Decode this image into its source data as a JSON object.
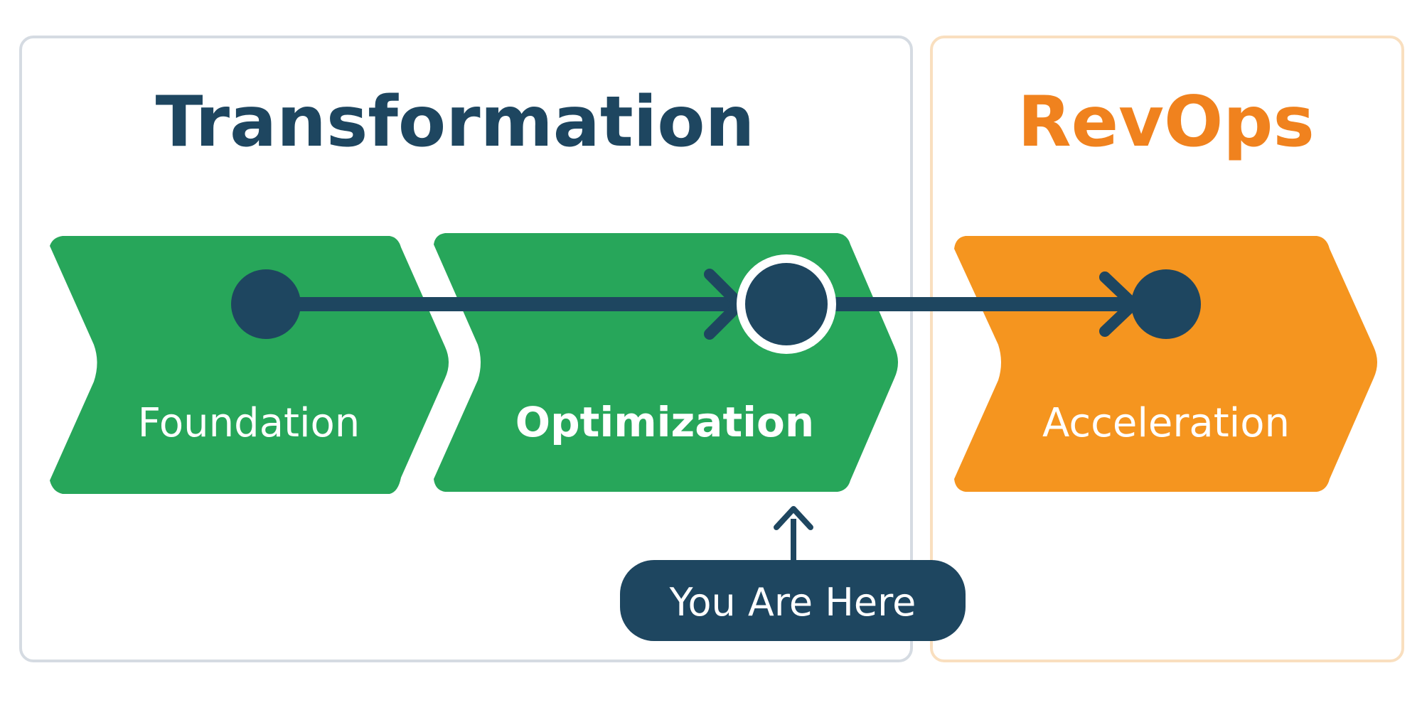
{
  "groups": [
    {
      "title": "Transformation",
      "color": "#1e4660",
      "border": "#d5dbe2"
    },
    {
      "title": "RevOps",
      "color": "#f0821e",
      "border": "#f9dfbf"
    }
  ],
  "stages": [
    {
      "label": "Foundation",
      "fill": "#27a65a"
    },
    {
      "label": "Optimization",
      "fill": "#27a65a"
    },
    {
      "label": "Acceleration",
      "fill": "#f5951f"
    }
  ],
  "marker": {
    "label": "You Are Here",
    "fill": "#1e4660"
  },
  "colors": {
    "line": "#1e4660",
    "node": "#1e4660",
    "node_ring": "#ffffff",
    "background": "#ffffff"
  }
}
